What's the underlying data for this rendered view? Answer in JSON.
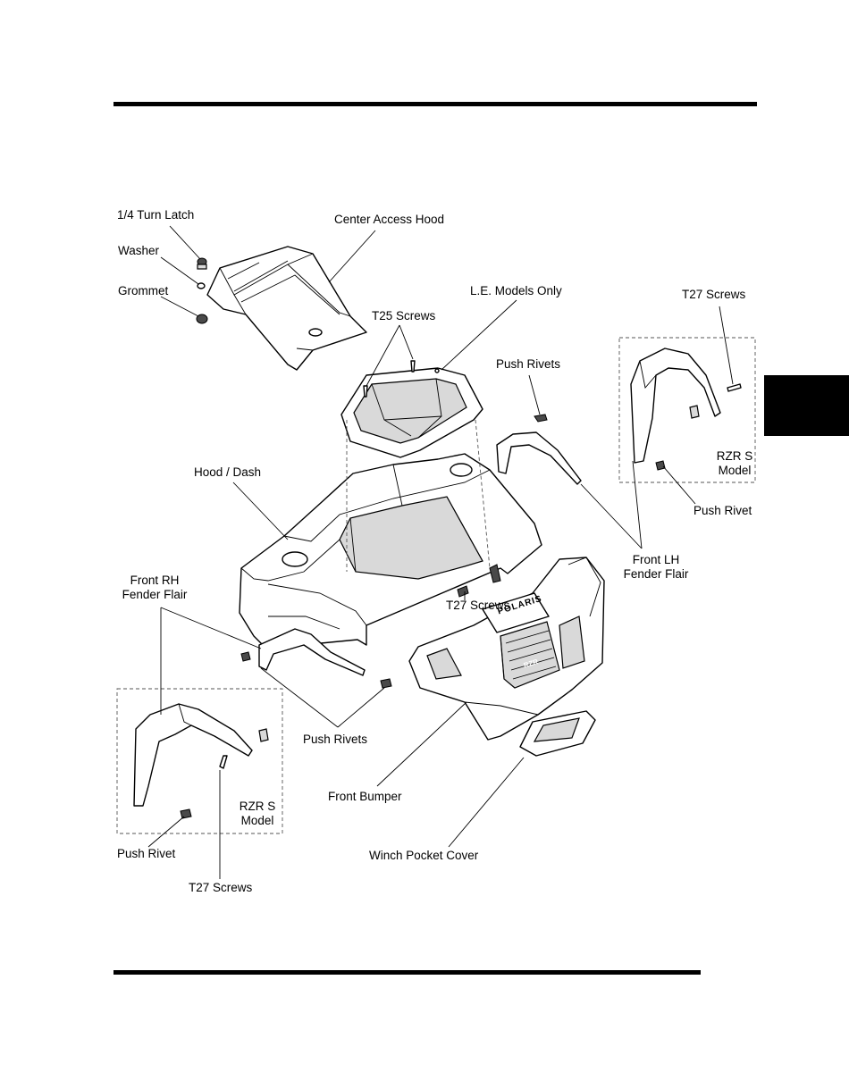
{
  "labels": {
    "turn_latch": "1/4 Turn Latch",
    "center_access_hood": "Center Access Hood",
    "washer": "Washer",
    "grommet": "Grommet",
    "le_models_only": "L.E. Models Only",
    "t27_screws_top": "T27 Screws",
    "t25_screws": "T25 Screws",
    "push_rivets_top": "Push Rivets",
    "rzr_s_model_right_1": "RZR S",
    "rzr_s_model_right_2": "Model",
    "hood_dash": "Hood / Dash",
    "push_rivet_right": "Push Rivet",
    "front_lh_1": "Front LH",
    "front_lh_2": "Fender Flair",
    "front_rh_1": "Front RH",
    "front_rh_2": "Fender Flair",
    "t27_screws_mid": "T27 Screws",
    "push_rivets_mid": "Push Rivets",
    "front_bumper": "Front Bumper",
    "rzr_s_model_left_1": "RZR S",
    "rzr_s_model_left_2": "Model",
    "push_rivet_left": "Push Rivet",
    "winch_pocket_cover": "Winch Pocket Cover",
    "t27_screws_bottom": "T27 Screws"
  },
  "grille_logo": "POLARIS",
  "grille_badge": "RZR",
  "colors": {
    "line": "#000000",
    "tab": "#000000"
  }
}
